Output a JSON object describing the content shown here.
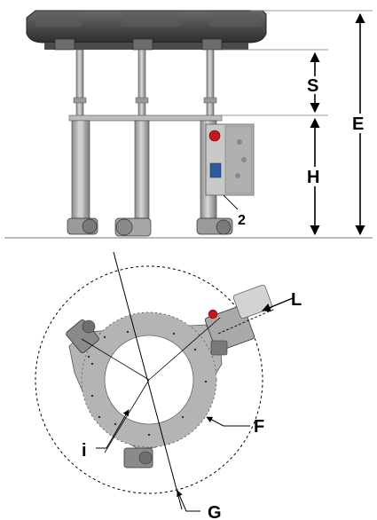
{
  "labels": {
    "s": "S",
    "e": "E",
    "h": "H",
    "two": "2",
    "l": "L",
    "f": "F",
    "i": "i",
    "g": "G"
  },
  "colors": {
    "canopy": "#3c3c3c",
    "canopy_top": "#5a5a5a",
    "steel": "#b9b9b9",
    "steel_dark": "#7d7d7d",
    "ring": "#b4b4b4",
    "cabinet": "#c8c8c8",
    "red_lamp": "#c0191e",
    "blue_panel": "#2d5aa0",
    "line": "#000000"
  }
}
